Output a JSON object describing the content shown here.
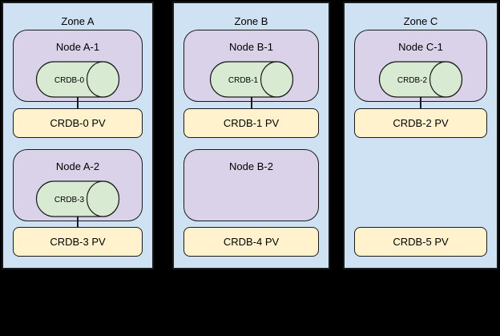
{
  "colors": {
    "background": "#000000",
    "zone_fill": "#cfe2f3",
    "node_fill": "#d9d2e9",
    "db_fill": "#d9ead3",
    "pv_fill": "#fff2cc",
    "border": "#1a1a1a"
  },
  "zones": [
    {
      "label": "Zone A",
      "nodes": [
        {
          "label": "Node A-1",
          "db": "CRDB-0",
          "pv": "CRDB-0 PV",
          "connected": true
        },
        {
          "label": "Node A-2",
          "db": "CRDB-3",
          "pv": "CRDB-3 PV",
          "connected": true
        }
      ]
    },
    {
      "label": "Zone B",
      "nodes": [
        {
          "label": "Node B-1",
          "db": "CRDB-1",
          "pv": "CRDB-1 PV",
          "connected": true
        },
        {
          "label": "Node B-2",
          "db": null,
          "pv": "CRDB-4 PV",
          "connected": false
        }
      ]
    },
    {
      "label": "Zone C",
      "nodes": [
        {
          "label": "Node C-1",
          "db": "CRDB-2",
          "pv": "CRDB-2 PV",
          "connected": true
        },
        {
          "label": null,
          "db": null,
          "pv": "CRDB-5 PV",
          "connected": false
        }
      ]
    }
  ]
}
